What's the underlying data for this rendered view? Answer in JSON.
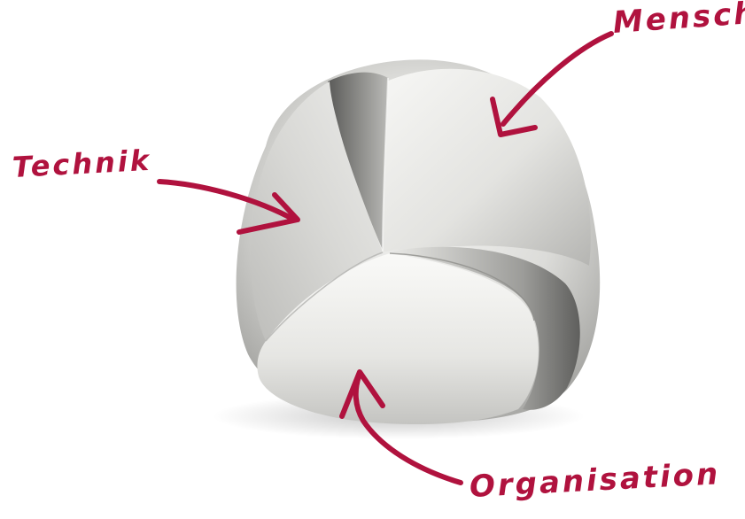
{
  "colors": {
    "accent": "#b0123e",
    "object_light": "#f2f2f0",
    "object_mid": "#cfcfcc",
    "object_dark": "#6c6c6a"
  },
  "labels": {
    "mensch": "Mensch",
    "technik": "Technik",
    "organisation": "Organisation"
  }
}
